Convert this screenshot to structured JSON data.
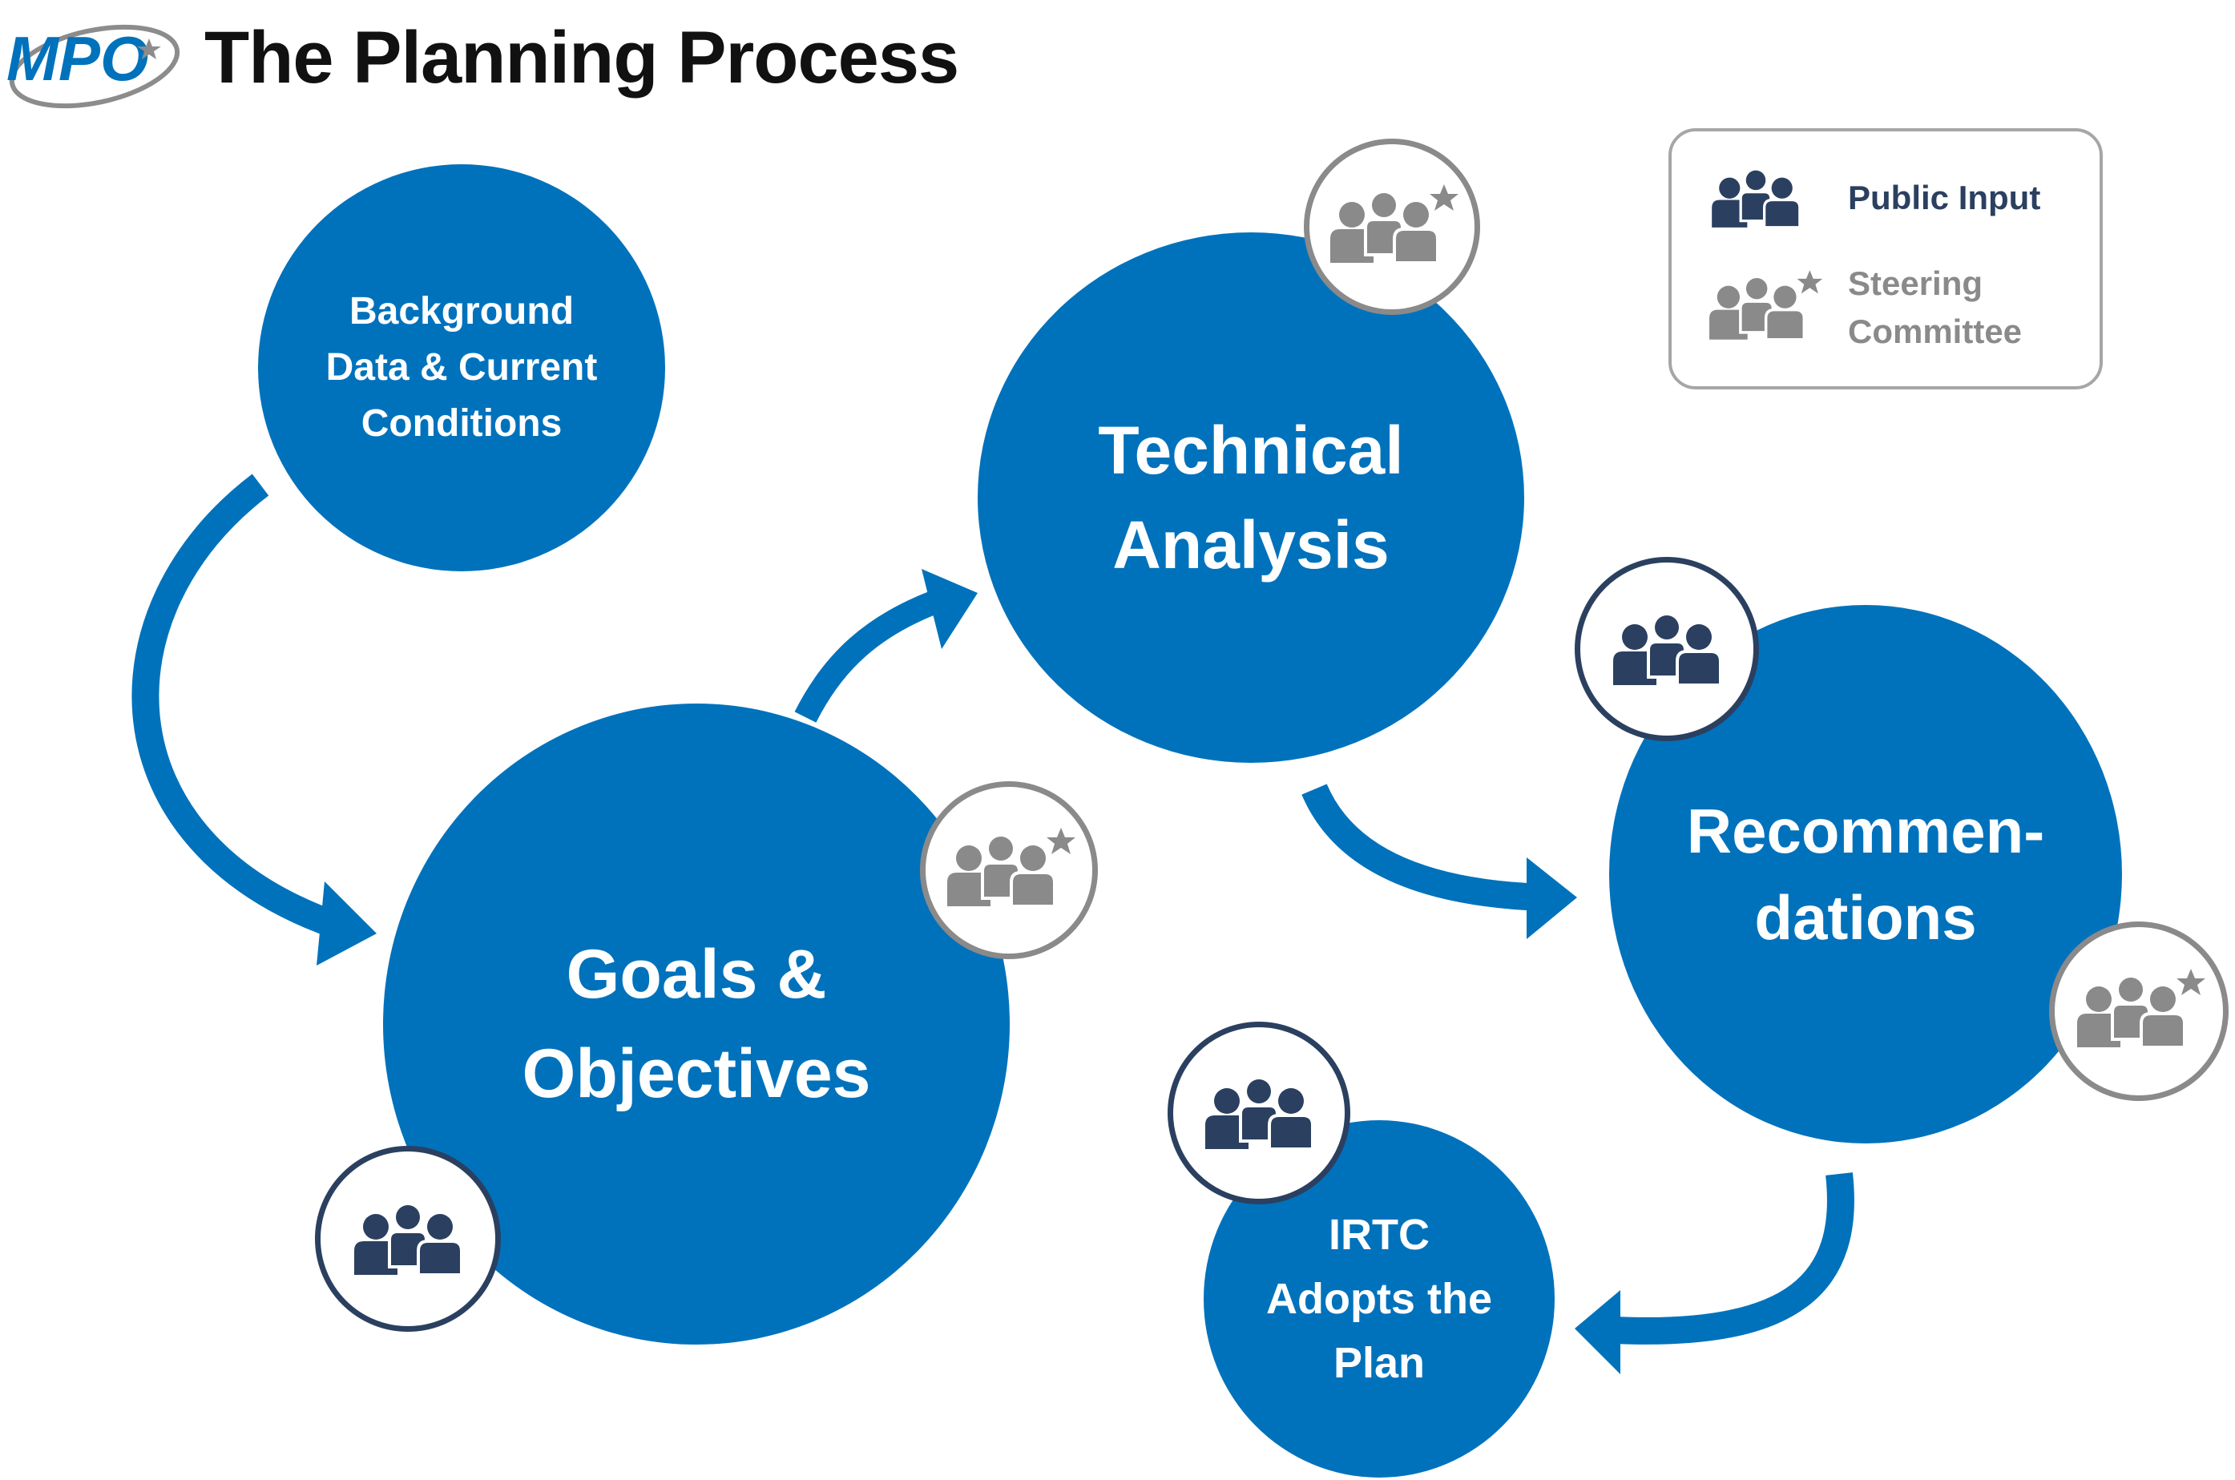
{
  "header": {
    "logo_text": "MPO",
    "title": "The Planning Process"
  },
  "steps": {
    "background": {
      "lines": [
        "Background",
        "Data & Current",
        "Conditions"
      ]
    },
    "goals": {
      "lines": [
        "Goals &",
        "Objectives"
      ]
    },
    "technical": {
      "lines": [
        "Technical",
        "Analysis"
      ]
    },
    "recommendations": {
      "lines": [
        "Recommen-",
        "dations"
      ]
    },
    "adoption": {
      "lines": [
        "IRTC",
        "Adopts the",
        "Plan"
      ]
    }
  },
  "legend": {
    "public_input": "Public Input",
    "steering_committee": [
      "Steering",
      "Committee"
    ]
  },
  "icons": {
    "public_input": "people-group-icon",
    "steering_committee": "people-group-star-icon"
  },
  "colors": {
    "primary_blue": "#0072bc",
    "public_input": "#2b4060",
    "steering_committee": "#8a8a8a",
    "title": "#111111"
  }
}
